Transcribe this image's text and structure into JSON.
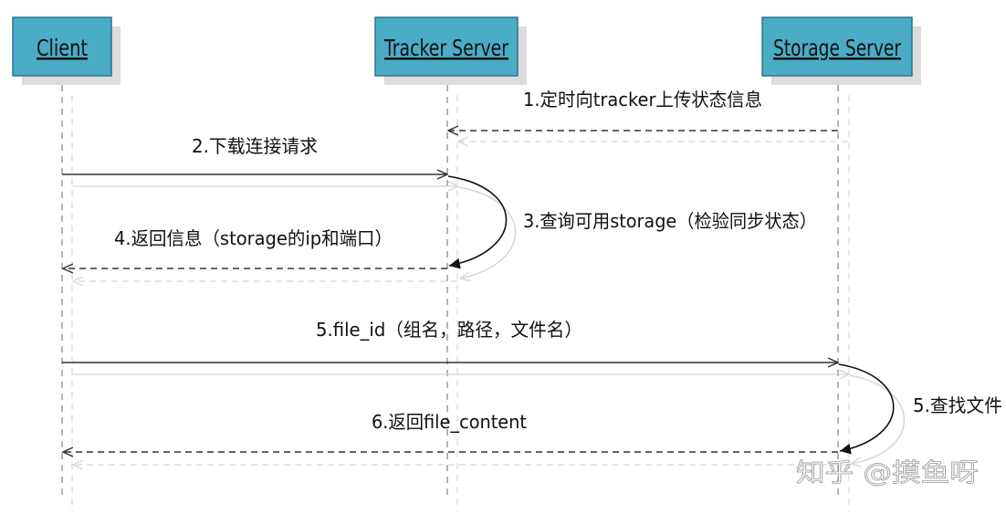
{
  "actors": [
    {
      "id": "client",
      "label": "Client"
    },
    {
      "id": "tracker",
      "label": "Tracker Server"
    },
    {
      "id": "storage",
      "label": "Storage Server"
    }
  ],
  "messages": [
    {
      "id": "m1",
      "label": "1.定时向tracker上传状态信息",
      "from": "storage",
      "to": "tracker",
      "style": "dashed"
    },
    {
      "id": "m2",
      "label": "2.下载连接请求",
      "from": "client",
      "to": "tracker",
      "style": "solid"
    },
    {
      "id": "m3",
      "label": "3.查询可用storage（检验同步状态）",
      "from": "tracker",
      "to": "tracker",
      "style": "self"
    },
    {
      "id": "m4",
      "label": "4.返回信息（storage的ip和端口）",
      "from": "tracker",
      "to": "client",
      "style": "dashed"
    },
    {
      "id": "m5",
      "label": "5.file_id（组名，路径，文件名）",
      "from": "client",
      "to": "storage",
      "style": "solid"
    },
    {
      "id": "m6",
      "label": "5.查找文件",
      "from": "storage",
      "to": "storage",
      "style": "self"
    },
    {
      "id": "m7",
      "label": "6.返回file_content",
      "from": "storage",
      "to": "client",
      "style": "dashed"
    }
  ],
  "watermark": "知乎 @摸鱼呀",
  "colors": {
    "actor_fill": "#4bacc6",
    "actor_border": "#2a6f82",
    "actor_shadow": "#dcdcdc",
    "lifeline": "#8c8c8c",
    "arrow": "#333333",
    "ghost": "#d8d8d8"
  }
}
